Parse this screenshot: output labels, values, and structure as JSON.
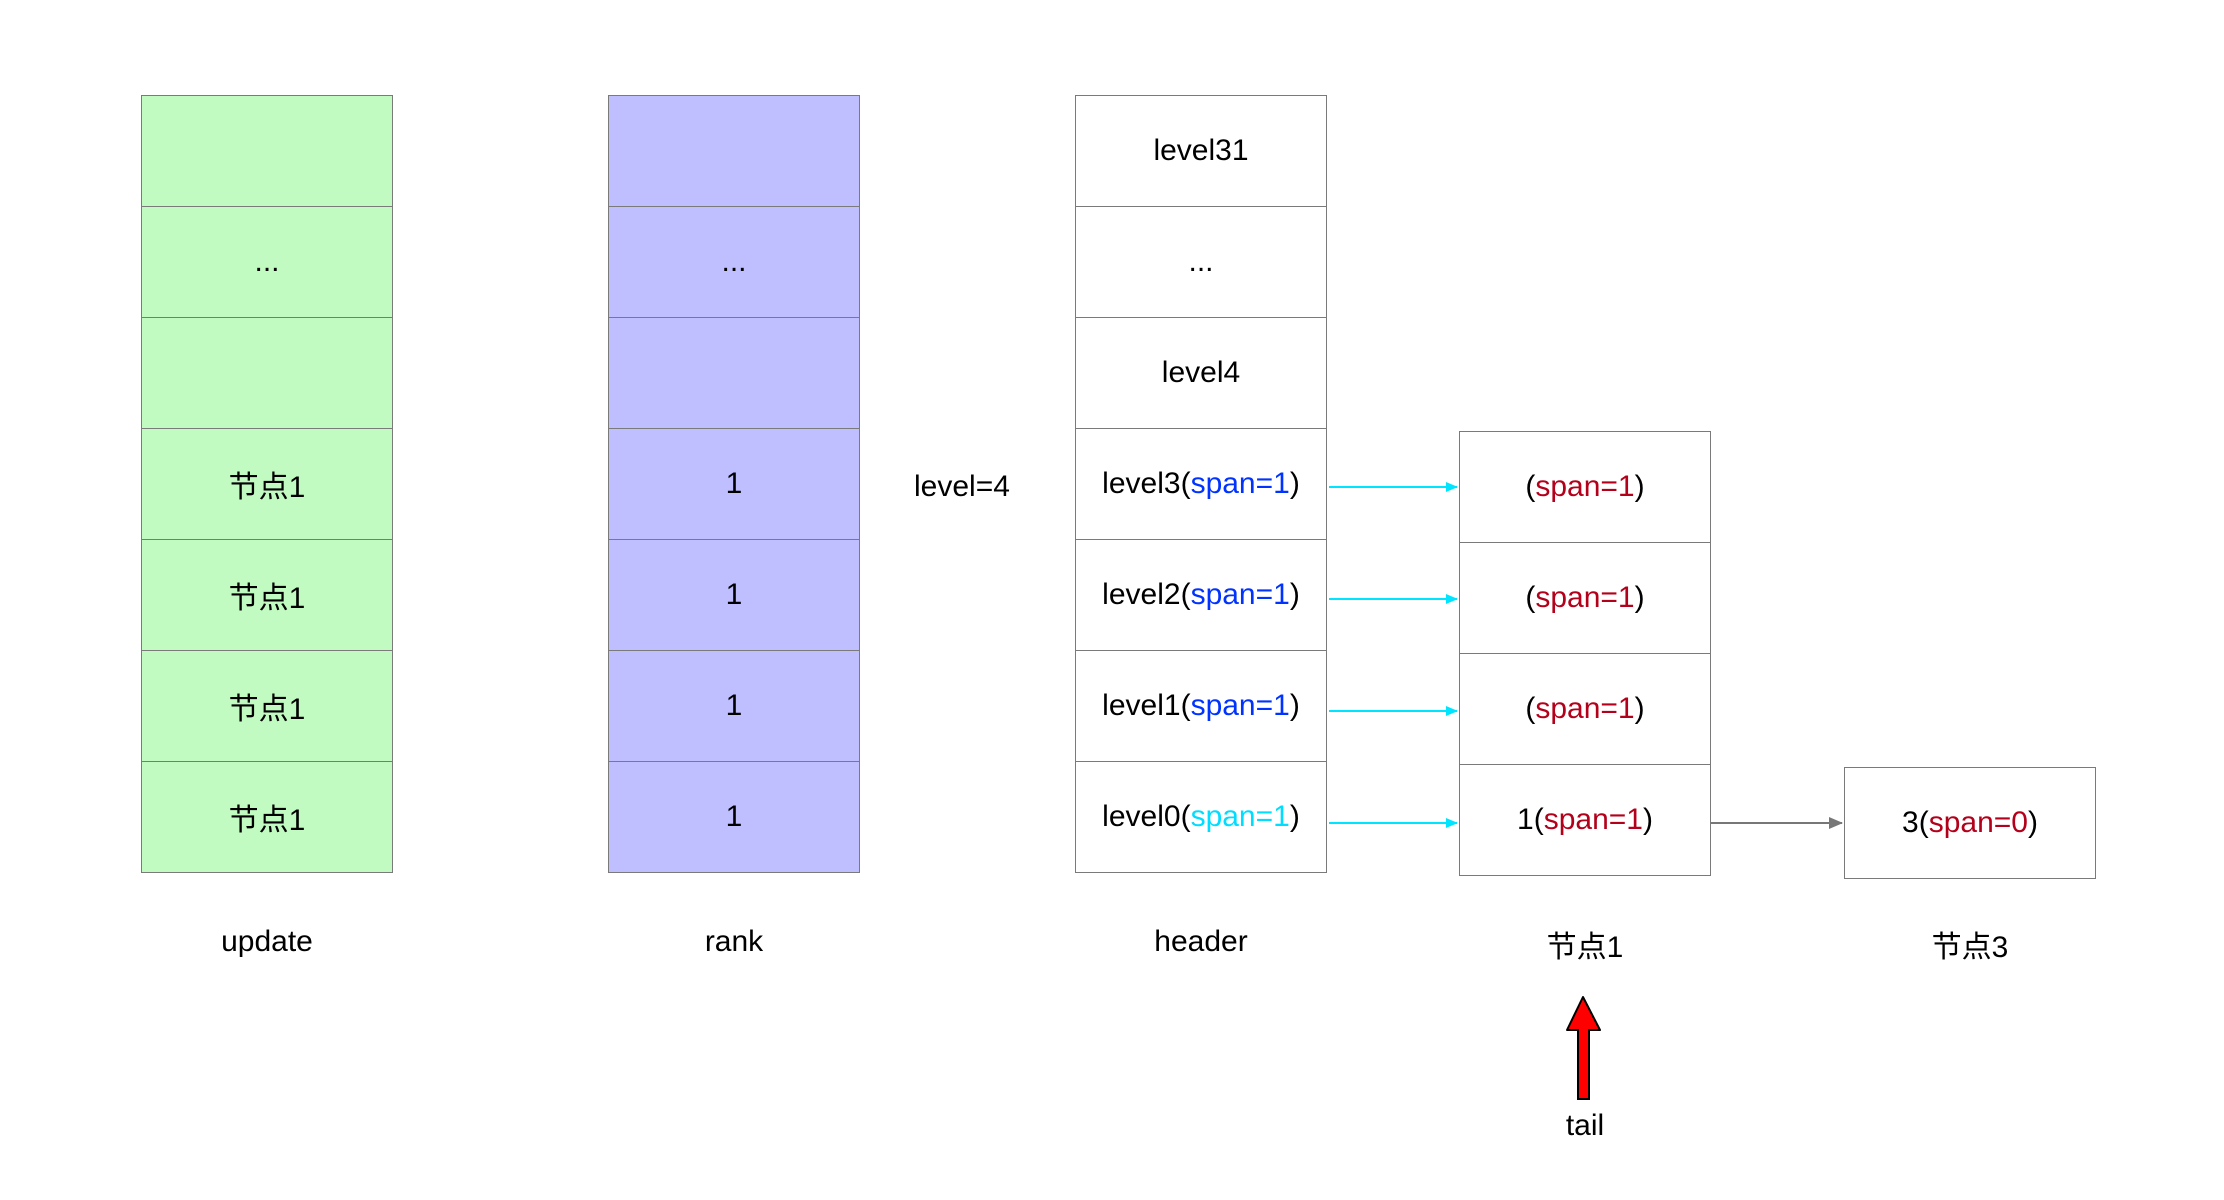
{
  "update": {
    "caption": "update",
    "cells": [
      "",
      "...",
      "",
      "节点1",
      "节点1",
      "节点1",
      "节点1"
    ]
  },
  "rank": {
    "caption": "rank",
    "cells": [
      "",
      "...",
      "",
      "1",
      "1",
      "1",
      "1"
    ]
  },
  "level_label": "level=4",
  "header": {
    "caption": "header",
    "cells": [
      "level31",
      "...",
      "level4"
    ],
    "levels": [
      {
        "name": "level3",
        "open": "(",
        "span": "span=1",
        "close": ")"
      },
      {
        "name": "level2",
        "open": "(",
        "span": "span=1",
        "close": ")"
      },
      {
        "name": "level1",
        "open": "(",
        "span": "span=1",
        "close": ")"
      },
      {
        "name": "level0",
        "open": "(",
        "span": "span=1",
        "close": ")"
      }
    ]
  },
  "node1": {
    "caption": "节点1",
    "levels": [
      {
        "prefix": "",
        "open": "(",
        "span": "span=1",
        "close": ")"
      },
      {
        "prefix": "",
        "open": "(",
        "span": "span=1",
        "close": ")"
      },
      {
        "prefix": "",
        "open": "(",
        "span": "span=1",
        "close": ")"
      },
      {
        "prefix": "1",
        "open": "(",
        "span": "span=1",
        "close": ")"
      }
    ]
  },
  "node3": {
    "caption": "节点3",
    "cell": {
      "prefix": "3",
      "open": "(",
      "span": "span=0",
      "close": ")"
    }
  },
  "tail_label": "tail",
  "colors": {
    "update_fill": "#c1fbc1",
    "rank_fill": "#bfbfff",
    "header_span_blue": "#0033ff",
    "header_span_cyan": "#00ddff",
    "node_span_red": "#b3001b",
    "link_arrow_cyan": "#00e5ff",
    "link_arrow_gray": "#777777",
    "tail_arrow_red": "#ff0000"
  }
}
